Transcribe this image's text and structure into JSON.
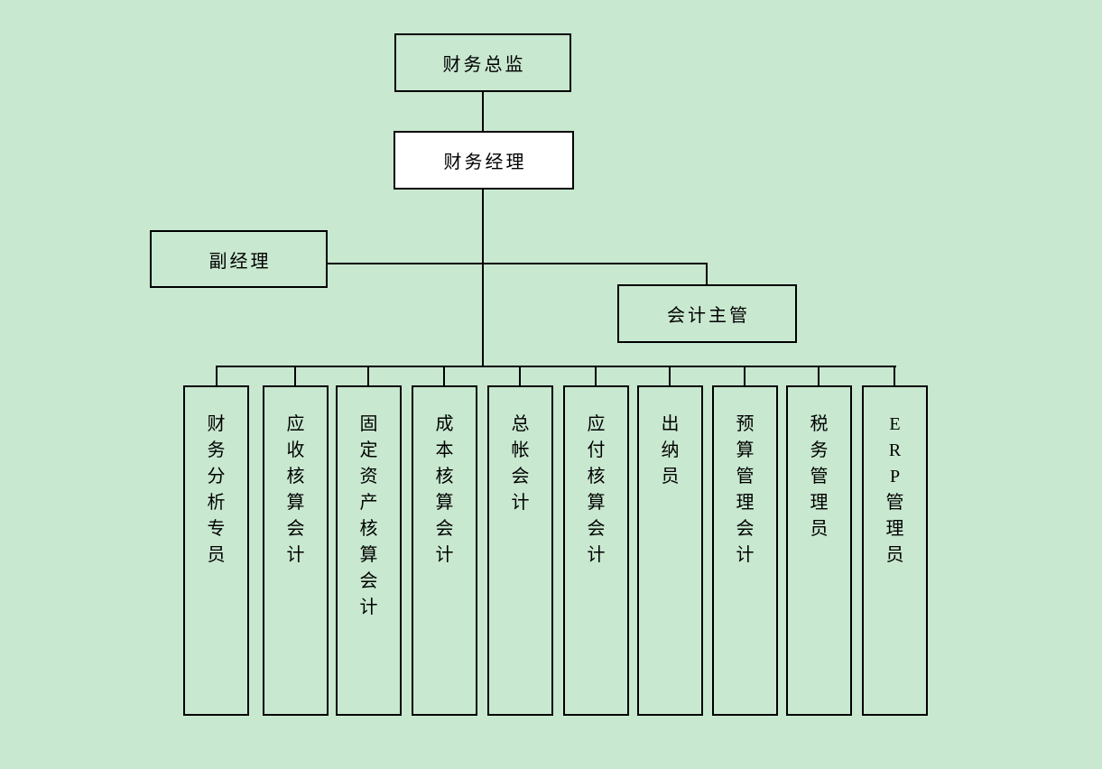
{
  "nodes": {
    "director": {
      "label": "财务总监"
    },
    "manager": {
      "label": "财务经理"
    },
    "deputy": {
      "label": "副经理"
    },
    "supervisor": {
      "label": "会计主管"
    }
  },
  "positions": [
    {
      "label": "财务分析专员"
    },
    {
      "label": "应收核算会计"
    },
    {
      "label": "固定资产核算会计"
    },
    {
      "label": "成本核算会计"
    },
    {
      "label": "总帐会计"
    },
    {
      "label": "应付核算会计"
    },
    {
      "label": "出纳员"
    },
    {
      "label": "预算管理会计"
    },
    {
      "label": "税务管理员"
    },
    {
      "label": "ERP管理员"
    }
  ],
  "colors": {
    "background": "#c8e8d0",
    "line": "#000000",
    "manager_fill": "#ffffff",
    "text": "#000000"
  }
}
